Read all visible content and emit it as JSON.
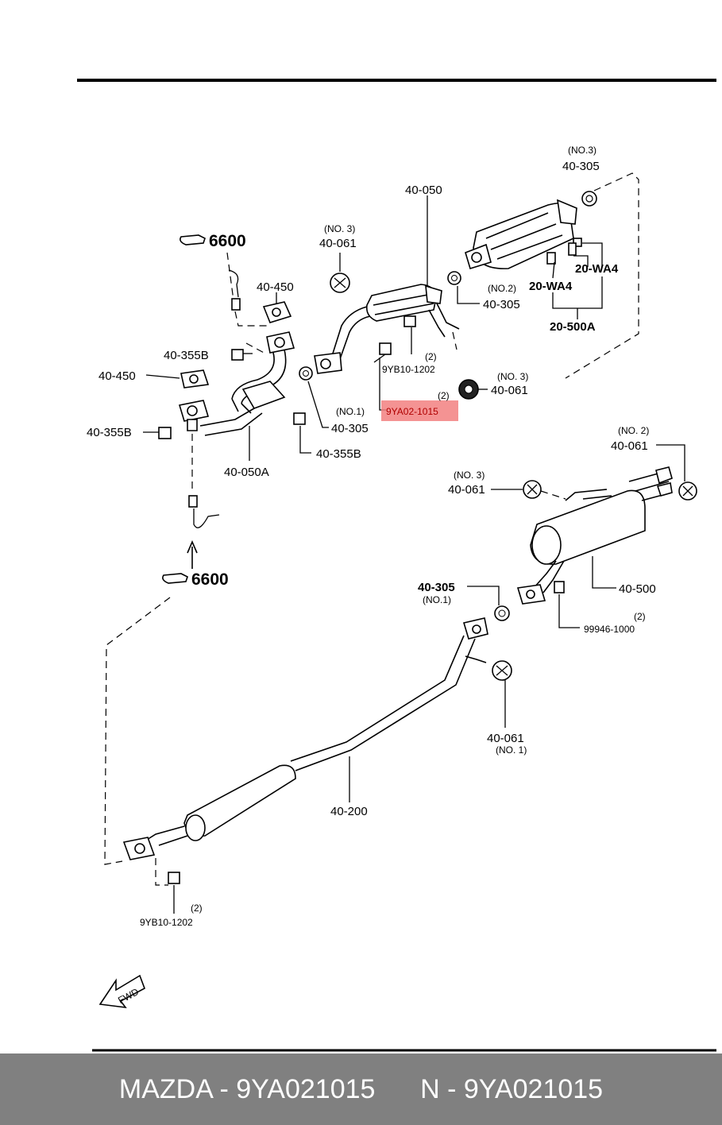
{
  "labels": {
    "no3_top_right": "(NO.3)",
    "p40305_top_right": "40-305",
    "p40050": "40-050",
    "no3_left": "(NO. 3)",
    "p40061_left": "40-061",
    "p6600_top": "6600",
    "p40450_top": "40-450",
    "p20wa4_a": "20-WA4",
    "p20wa4_b": "20-WA4",
    "no2_mid": "(NO.2)",
    "p40305_mid": "40-305",
    "p20500a": "20-500A",
    "p40355b_a": "40-355B",
    "p40450_left": "40-450",
    "qty_2_a": "(2)",
    "p9yb10_a": "9YB10-1202",
    "no3_right": "(NO. 3)",
    "p40061_right": "40-061",
    "qty_2_b": "(2)",
    "no1_a": "(NO.1)",
    "highlight_part": "9YA02-1015",
    "p40355b_b": "40-355B",
    "p40305_low": "40-305",
    "p40355b_c": "40-355B",
    "p40050a": "40-050A",
    "no2_right": "(NO. 2)",
    "p40061_far_right": "40-061",
    "no3_mid": "(NO. 3)",
    "p40061_mid": "40-061",
    "p6600_bottom": "6600",
    "p40500": "40-500",
    "p40305_bold": "40-305",
    "no1_b": "(NO.1)",
    "qty_2_c": "(2)",
    "p99946": "99946-1000",
    "p40061_lower": "40-061",
    "no1_c": "(NO. 1)",
    "p40200": "40-200",
    "qty_2_d": "(2)",
    "p9yb10_b": "9YB10-1202",
    "fwd": "FWD"
  },
  "footer": {
    "text": "MAZDA - 9YA021015      N - 9YA021015"
  },
  "colors": {
    "highlight": "#f28080",
    "footer_bg": "#808080"
  }
}
